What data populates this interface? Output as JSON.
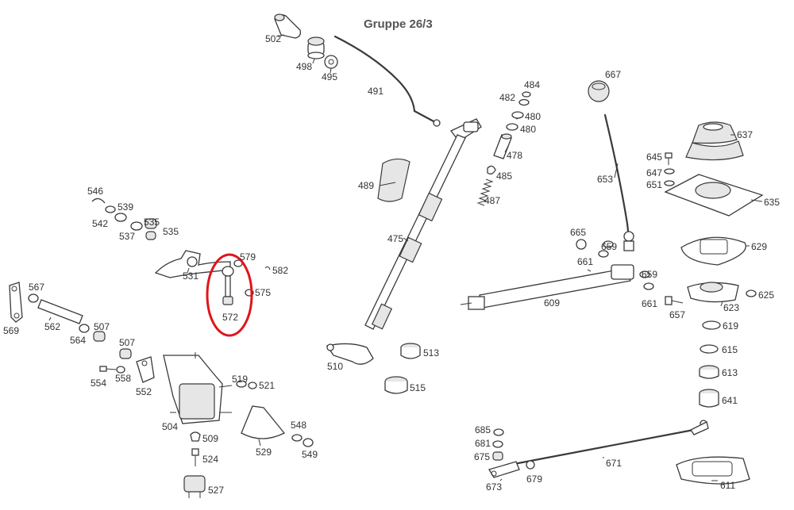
{
  "title": "Gruppe 26/3",
  "highlight_color": "#e0141b",
  "labels": {
    "l502": "502",
    "l498": "498",
    "l495": "495",
    "l491": "491",
    "l484": "484",
    "l482": "482",
    "l480a": "480",
    "l480b": "480",
    "l478": "478",
    "l485": "485",
    "l487": "487",
    "l489": "489",
    "l475": "475",
    "l510": "510",
    "l513": "513",
    "l515": "515",
    "l667": "667",
    "l653": "653",
    "l637": "637",
    "l645": "645",
    "l647": "647",
    "l651": "651",
    "l635": "635",
    "l629": "629",
    "l665": "665",
    "l661a": "661",
    "l659a": "659",
    "l659b": "659",
    "l661b": "661",
    "l657": "657",
    "l609": "609",
    "l623": "623",
    "l625": "625",
    "l619": "619",
    "l615": "615",
    "l613": "613",
    "l641": "641",
    "l685": "685",
    "l681": "681",
    "l675": "675",
    "l671": "671",
    "l673": "673",
    "l679": "679",
    "l611": "611",
    "l546": "546",
    "l539": "539",
    "l542": "542",
    "l537": "537",
    "l535a": "535",
    "l535b": "535",
    "l531": "531",
    "l579": "579",
    "l582": "582",
    "l575": "575",
    "l572": "572",
    "l567": "567",
    "l569": "569",
    "l562": "562",
    "l564": "564",
    "l507a": "507",
    "l507b": "507",
    "l554": "554",
    "l558": "558",
    "l552": "552",
    "l504": "504",
    "l519": "519",
    "l521": "521",
    "l509": "509",
    "l524": "524",
    "l527": "527",
    "l529": "529",
    "l548": "548",
    "l549": "549"
  }
}
